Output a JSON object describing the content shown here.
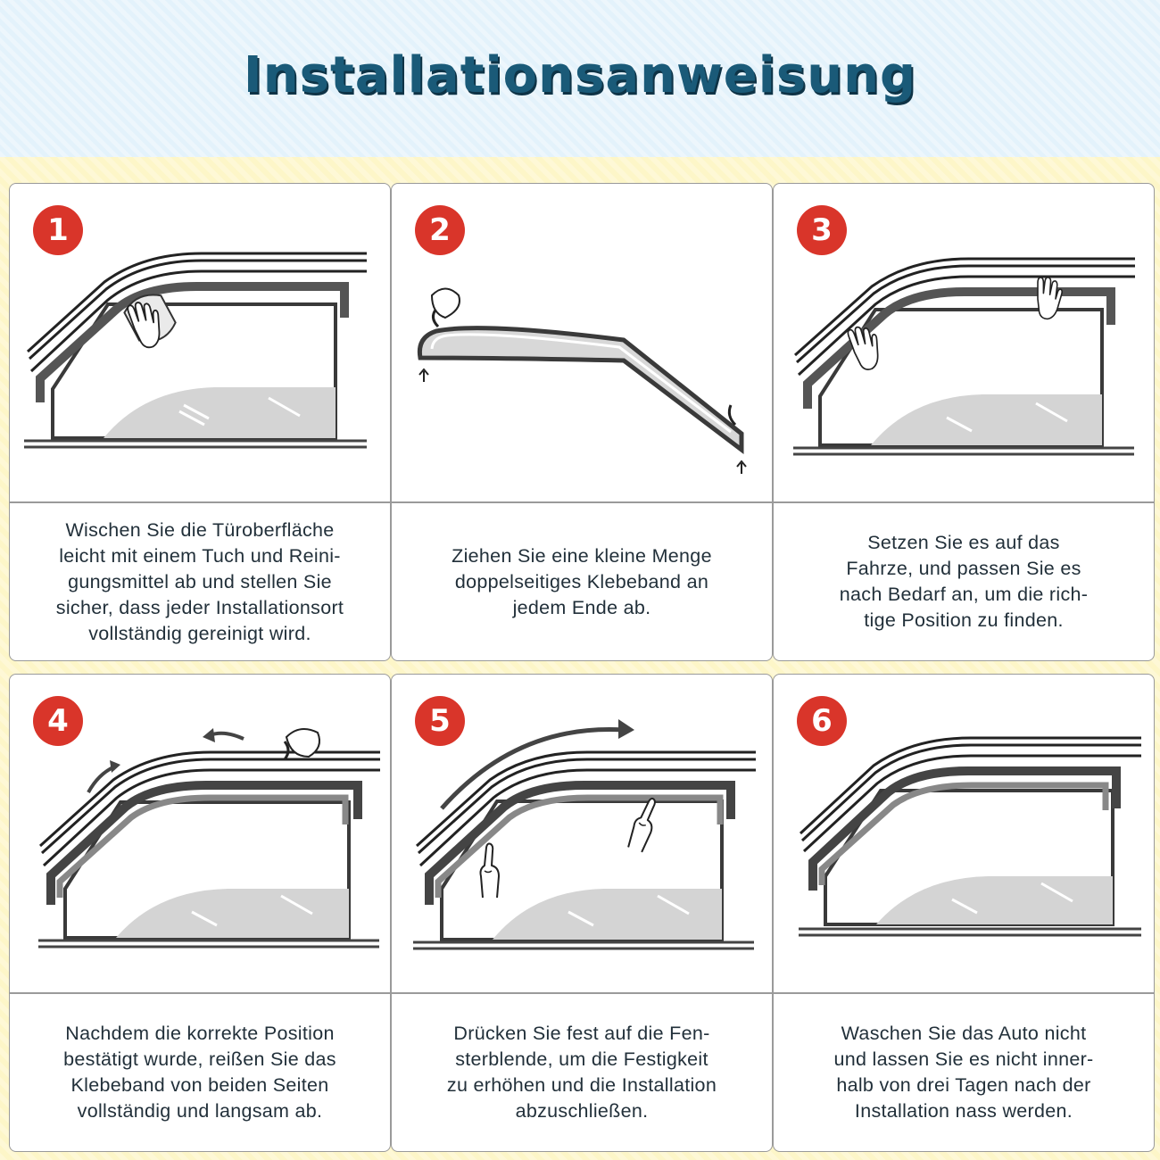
{
  "title": "Installationsanweisung",
  "colors": {
    "title": "#1a5a78",
    "badge": "#d9352a",
    "header_bg": "#e3f2fb",
    "page_bg": "#fdf6c8"
  },
  "steps": [
    {
      "number": "1",
      "text": "Wischen Sie die Türoberfläche\nleicht mit einem Tuch und Reini-\ngungsmittel ab und stellen Sie\nsicher, dass jeder Installationsort\nvollständig gereinigt wird."
    },
    {
      "number": "2",
      "text": "Ziehen Sie eine kleine Menge\ndoppelseitiges Klebeband an\njedem Ende ab."
    },
    {
      "number": "3",
      "text": "Setzen Sie es auf das\nFahrze, und passen Sie es\nnach Bedarf an, um die rich-\ntige Position zu finden."
    },
    {
      "number": "4",
      "text": "Nachdem die korrekte Position\nbestätigt wurde, reißen Sie das\nKlebeband von beiden Seiten\nvollständig und langsam ab."
    },
    {
      "number": "5",
      "text": "Drücken Sie fest auf die Fen-\nsterblende, um die Festigkeit\nzu erhöhen und die Installation\nabzuschließen."
    },
    {
      "number": "6",
      "text": "Waschen Sie das Auto nicht\nund lassen Sie es nicht inner-\nhalb von drei Tagen nach der\nInstallation nass werden."
    }
  ]
}
